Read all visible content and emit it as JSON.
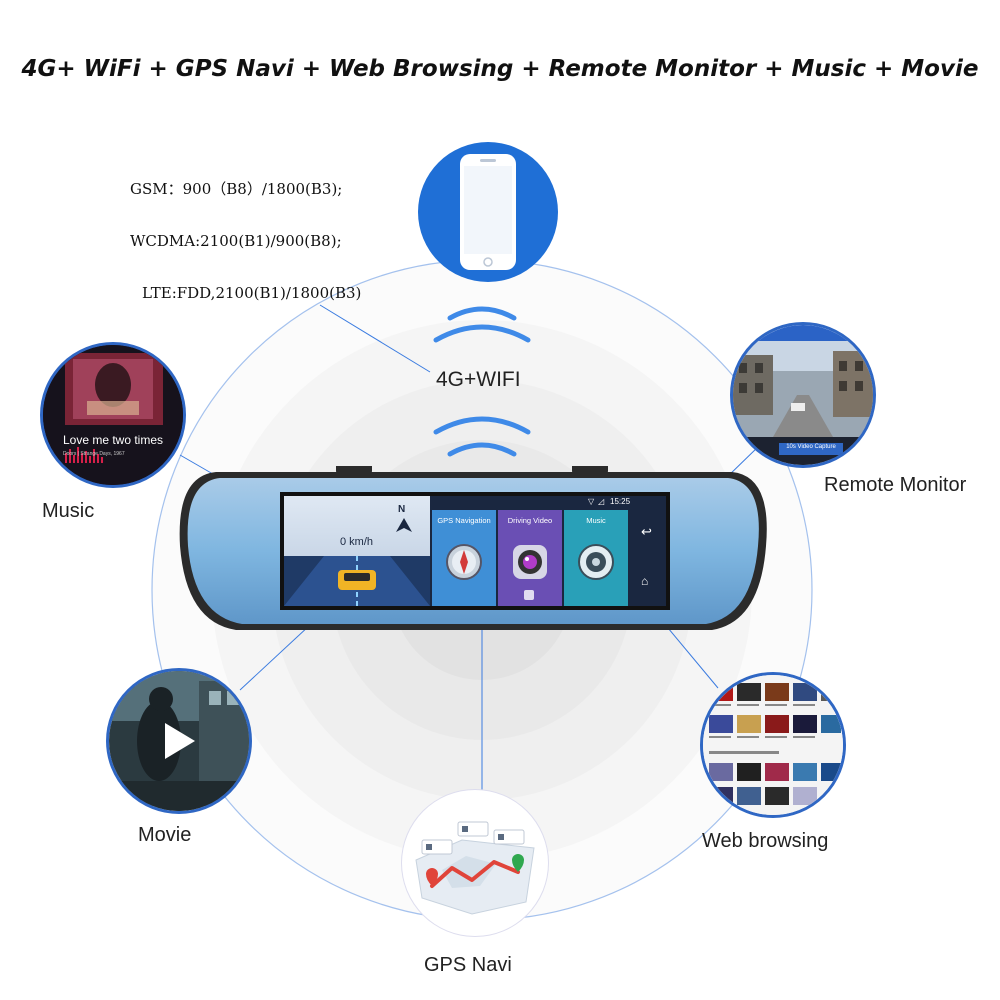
{
  "headline": {
    "text": "4G+ WiFi + GPS Navi + Web Browsing + Remote Monitor + Music + Movie"
  },
  "specs": {
    "gsm": "GSM：900（B8）/1800(B3);",
    "wcdma": "WCDMA:2100(B1)/900(B8);",
    "lte": "LTE:FDD,2100(B1)/1800(B3)"
  },
  "connectivity_label": "4G+WIFI",
  "features": {
    "music": {
      "label": "Music",
      "song_title": "Love me two times",
      "song_sub": "Doors | Strange Days, 1967"
    },
    "remote_monitor": {
      "label": "Remote Monitor",
      "capture_button": "10s Video Capture"
    },
    "movie": {
      "label": "Movie"
    },
    "web_browsing": {
      "label": "Web browsing"
    },
    "gps_navi": {
      "label": "GPS Navi"
    }
  },
  "device_screen": {
    "compass": "N",
    "speed": "0 km/h",
    "time": "15:25",
    "apps": [
      {
        "label": "GPS Navigation"
      },
      {
        "label": "Driving Video"
      },
      {
        "label": "Music"
      }
    ]
  },
  "colors": {
    "accent_blue": "#1f6fd6",
    "mirror_body": "#7fb6e0",
    "circle_border": "#2f67c4",
    "tile_gps": "#3f8fd6",
    "tile_video": "#6a4fb4",
    "tile_music": "#29a0b8"
  }
}
